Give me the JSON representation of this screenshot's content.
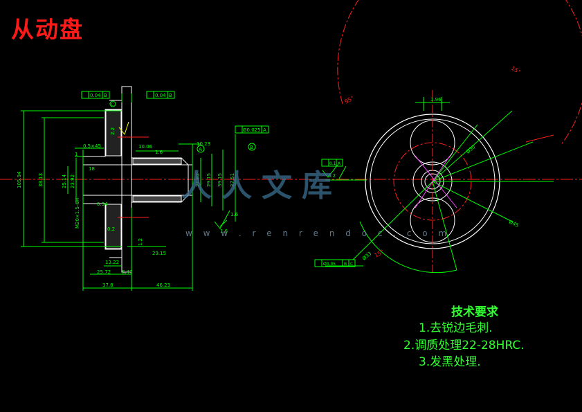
{
  "title": "从动盘",
  "colors": {
    "background": "#000000",
    "green": "#00ff00",
    "red": "#ff2020",
    "white": "#ffffff",
    "cyan": "#00ffff",
    "magenta": "#ff40ff",
    "yellow": "#ffff00",
    "title": "#ff1a1a",
    "text": "#30ff30"
  },
  "watermark": {
    "text": "人人文库",
    "url": "w w w . r e n r e n d o c . c o m"
  },
  "requirements": {
    "heading": "技术要求",
    "items": [
      "1.去锐边毛刺.",
      "2.调质处理22-28HRC.",
      "3.发黑处理."
    ]
  },
  "section_view": {
    "dims": {
      "d_outer": "105.94",
      "d_hub": "38.13",
      "d_a": "25.14",
      "d_b": "23.92",
      "d_c": "21.82",
      "d_d": "29.15",
      "d_e": "39.15",
      "d_f": "37.51",
      "chamfer": "0.5×45",
      "one": "1",
      "eighteen": "18",
      "l1": "10.06",
      "l2": "1.6",
      "l3": "10.23",
      "thread": "M20×1.5-6H",
      "r1": "0.34",
      "r2": "0.2",
      "l4": "29.15",
      "l5": "13.22",
      "l6": "25.72",
      "l7": "8.47",
      "l8": "37.8",
      "l9": "46.23",
      "h22": "2.2",
      "h12": "1.2"
    },
    "tolerances": {
      "tl1": "0.04",
      "tl1b": "B",
      "tl2": "0.04",
      "tl2b": "B",
      "tl3": "Ø0.025",
      "tl3b": "A",
      "datum_a": "A",
      "datum_b": "B",
      "datum_c": "C"
    },
    "roughness": {
      "ra1": "1.6",
      "ra2": "1.6"
    }
  },
  "front_view": {
    "dims": {
      "r1": "1.96",
      "d1": "Ø30",
      "d2": "Ø45",
      "d3": "Ø33",
      "a1": "95°",
      "a2": "15°",
      "a3": "15°",
      "ra": "3.2"
    },
    "tolerances": {
      "tl1": "0.1",
      "tl1b": "A",
      "tl2": "Ø0.05",
      "tl2b": "B",
      "tl2c": "C"
    }
  }
}
